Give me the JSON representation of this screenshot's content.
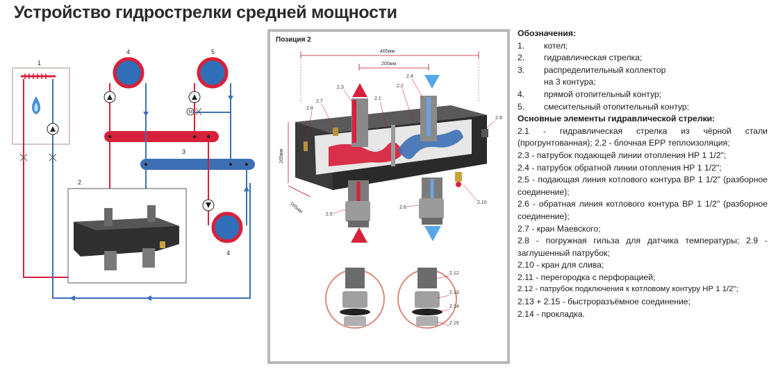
{
  "title": "Устройство гидрострелки средней мощности",
  "scheme": {
    "labels": {
      "boiler": "1",
      "arrow": "2",
      "collector": "3",
      "direct": "4",
      "mixing": "5",
      "direct_bottom": "4"
    }
  },
  "detail": {
    "position_label": "Позиция 2",
    "dimensions": {
      "width": "465мм",
      "pipe_spacing": "200мм",
      "height": "165мм",
      "depth": "165мм"
    },
    "callouts": [
      "2.1",
      "2.2",
      "2.3",
      "2.4",
      "2.5",
      "2.6",
      "2.7",
      "2.8",
      "2.9",
      "2.10"
    ],
    "fittings": [
      "2.12",
      "2.13",
      "2.14",
      "2.15"
    ]
  },
  "legend": {
    "heading": "Обозначения:",
    "items": [
      {
        "num": "1.",
        "text": "котел;"
      },
      {
        "num": "2.",
        "text": "гидравлическая стрелка;"
      },
      {
        "num": "3.",
        "text": "распределительный коллектор"
      },
      {
        "num": "",
        "text": "на 3 контура;"
      },
      {
        "num": "4.",
        "text": "прямой отопительный контур;"
      },
      {
        "num": "5.",
        "text": "смесительный отопительный контур;"
      }
    ],
    "elements_heading": "Основные элементы гидравлической стрелки:",
    "elements": [
      "2.1 - гидравлическая стрелка из чёрной стали (прогрунтованная); 2.2 - блочная EPP теплоизоляция;",
      "2.3 - патрубок подающей линии отопления НР 1 1/2\";",
      "2.4 - патрубок обратной линии отопления НР 1 1/2\";",
      "2.5 - подающая линия котлового контура ВР 1 1/2\" (разборное соединение);",
      "2.6 - обратная линия котлового контура ВР 1 1/2\" (разборное соединение);",
      "2.7 - кран Маевского;",
      "2.8 - погружная гильза для датчика температуры; 2.9 - заглушенный патрубок;",
      "2.10 - кран для слива;",
      "2.11 - перегородка с перфорацией;",
      "2.12 - патрубок подключения к котловому контуру НР 1 1/2\";",
      " 2.13 + 2.15 - быстроразъёмное соединение;",
      "2.14 - прокладка."
    ]
  },
  "colors": {
    "supply": "#d7213b",
    "return": "#3d6fb4",
    "pump": "#2e6fb7",
    "insulation": "#2d2d2d"
  }
}
